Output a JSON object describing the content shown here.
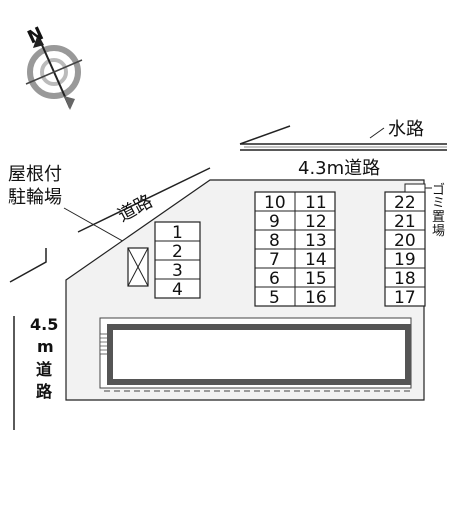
{
  "compass": {
    "north_letter": "N",
    "icon": "compass-rose-icon"
  },
  "labels": {
    "canal": "水路",
    "road_top": "4.3m道路",
    "road_diag": "道路",
    "bike_shelter_line1": "屋根付",
    "bike_shelter_line2": "駐輪場",
    "garbage_chars": [
      "ゴ",
      "ミ",
      "置",
      "場"
    ],
    "road_left_chars": [
      "4.5",
      "m",
      "道",
      "路"
    ]
  },
  "parking": {
    "small_block": [
      "1",
      "2",
      "3",
      "4"
    ],
    "center_left": [
      "10",
      "9",
      "8",
      "7",
      "6",
      "5"
    ],
    "center_right": [
      "11",
      "12",
      "13",
      "14",
      "15",
      "16"
    ],
    "right_column": [
      "22",
      "21",
      "20",
      "19",
      "18",
      "17"
    ]
  },
  "colors": {
    "line": "#222222",
    "building_fill": "#555555",
    "lot_fill": "#f2f2f2"
  }
}
